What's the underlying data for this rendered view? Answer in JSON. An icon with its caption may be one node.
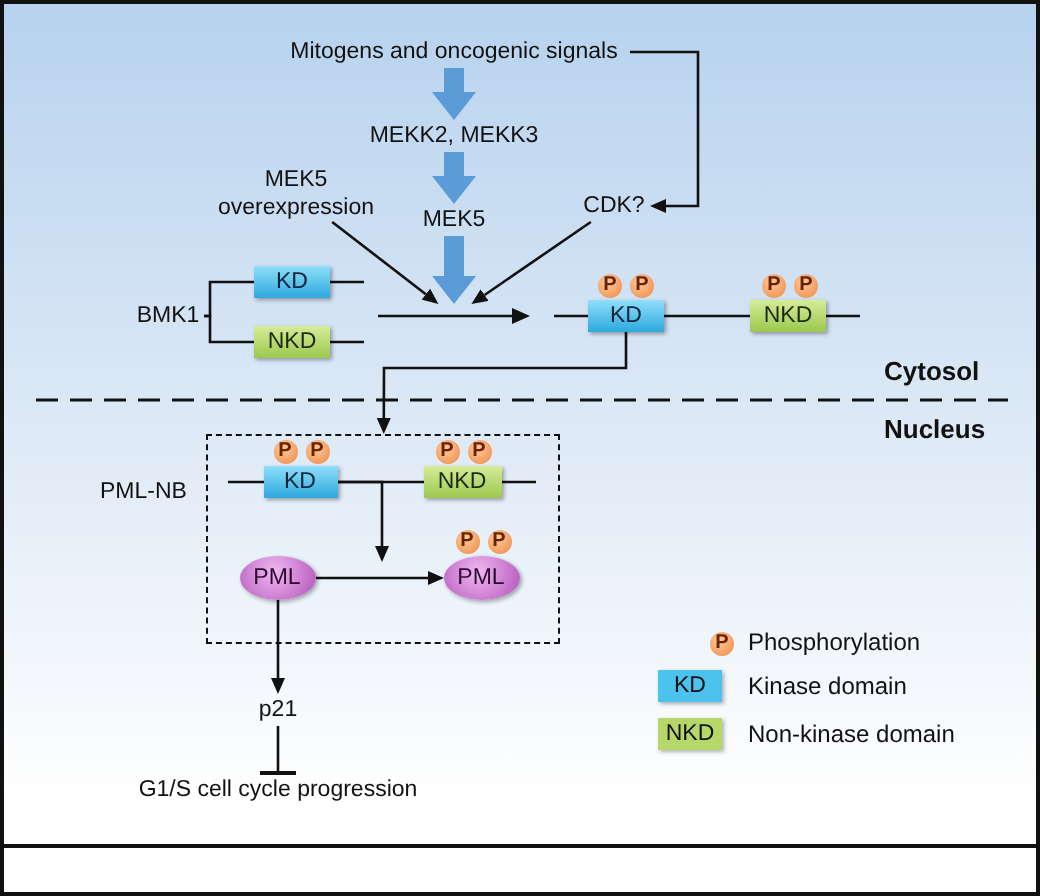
{
  "diagram": {
    "nodes": [
      {
        "text": [
          "Mitogens and oncogenic signals"
        ]
      },
      {
        "text": [
          "MEKK2, MEKK3"
        ]
      },
      {
        "text": [
          "MEK5 overexpression"
        ]
      },
      {
        "text": [
          "MEK5"
        ]
      },
      {
        "text": [
          "CDK?"
        ]
      },
      {
        "text": [
          "BMK1"
        ]
      },
      {
        "text": [
          "KD"
        ]
      },
      {
        "text": [
          "NKD"
        ]
      },
      {
        "text": [
          "KD"
        ]
      },
      {
        "text": [
          "NKD"
        ]
      },
      {
        "text": [
          "P"
        ]
      },
      {
        "text": [
          "P"
        ]
      },
      {
        "text": [
          "P"
        ]
      },
      {
        "text": [
          "P"
        ]
      },
      {
        "text": [
          "PML-NB"
        ]
      },
      {
        "text": [
          "KD"
        ],
        "in": 14
      },
      {
        "text": [
          "NKD"
        ],
        "in": 14
      },
      {
        "text": [
          "P"
        ],
        "in": 14
      },
      {
        "text": [
          "P"
        ],
        "in": 14
      },
      {
        "text": [
          "P"
        ],
        "in": 14
      },
      {
        "text": [
          "P"
        ],
        "in": 14
      },
      {
        "text": [
          "PML"
        ],
        "in": 14
      },
      {
        "text": [
          "PML"
        ],
        "in": 14
      },
      {
        "text": [
          "P"
        ],
        "in": 14
      },
      {
        "text": [
          "P"
        ],
        "in": 14
      },
      {
        "text": [
          "p21"
        ]
      },
      {
        "text": [
          "G1/S cell cycle progression"
        ]
      },
      {
        "text": [
          "P"
        ]
      },
      {
        "text": [],
        "shape": "arrow"
      }
    ],
    "edges": [
      {
        "from": 0,
        "to": 1,
        "arrow": "to",
        "style": "thick",
        "color": "#5b9bd8"
      },
      {
        "from": 1,
        "to": 3,
        "arrow": "to",
        "style": "thick",
        "color": "#5b9bd8"
      },
      {
        "from": 3,
        "to": 28,
        "arrow": "to",
        "style": "thick",
        "color": "#5b9bd8"
      },
      {
        "from": 2,
        "to": 28,
        "arrow": "to"
      },
      {
        "from": 4,
        "to": 28,
        "arrow": "to"
      },
      {
        "from": 0,
        "to": 4,
        "arrow": "to"
      },
      {
        "from": 5,
        "to": 6,
        "arrow": "none"
      },
      {
        "from": 5,
        "to": 7,
        "arrow": "none"
      },
      {
        "from": 8,
        "to": 14,
        "arrow": "to"
      },
      {
        "from": 15,
        "to": null,
        "arrow": "to"
      },
      {
        "from": 21,
        "to": 22,
        "arrow": "to"
      },
      {
        "from": 21,
        "to": 25,
        "arrow": "to"
      },
      {
        "from": 25,
        "to": 26,
        "arrow": "other"
      },
      {
        "from": 8,
        "to": 9,
        "arrow": "none"
      },
      {
        "from": 15,
        "to": 16,
        "arrow": "none"
      }
    ],
    "labels": [
      "Cytosol",
      "Nucleus",
      "KD",
      "NKD"
    ],
    "legend": [
      {
        "text": "Phosphorylation"
      },
      {
        "text": "Kinase domain",
        "color": "#4cc2ee"
      },
      {
        "text": "Non-kinase domain",
        "color": "#b6d86a"
      }
    ]
  }
}
